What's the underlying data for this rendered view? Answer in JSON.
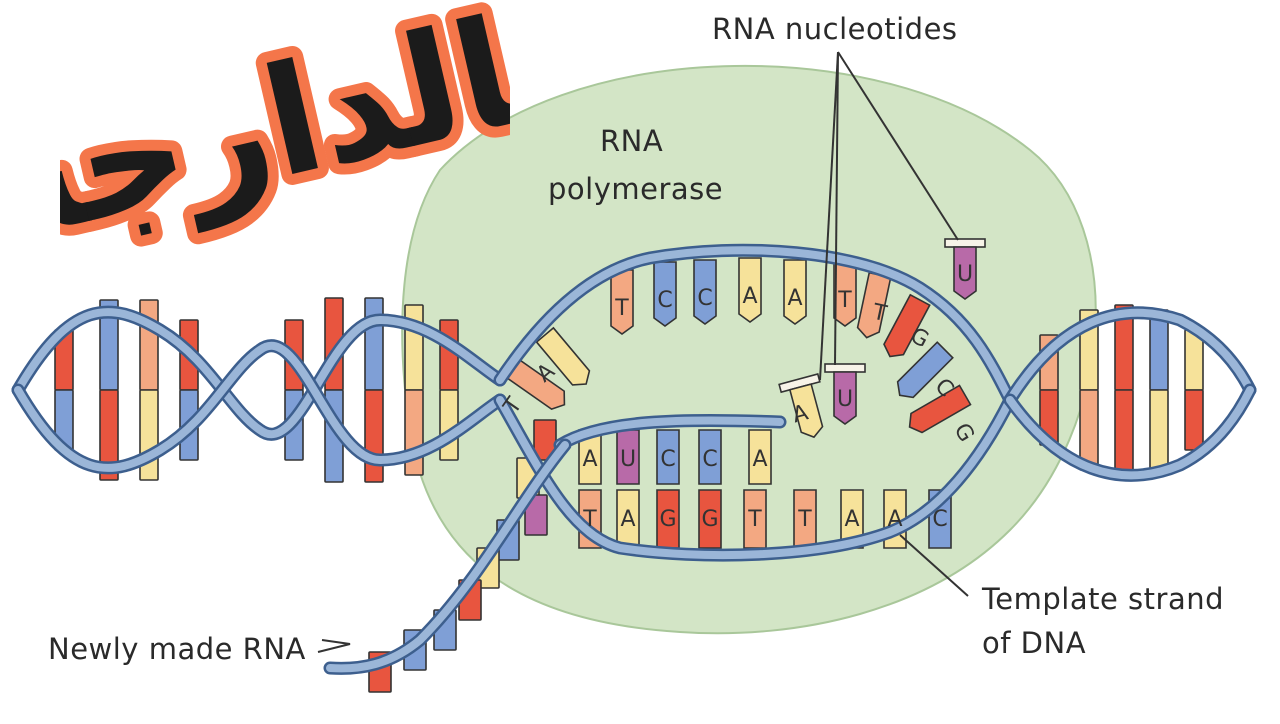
{
  "labels": {
    "rna_nucleotides": "RNA nucleotides",
    "rna_polymerase_line1": "RNA",
    "rna_polymerase_line2": "polymerase",
    "template_strand_line1": "Template strand",
    "template_strand_line2": "of DNA",
    "newly_made_rna": "Newly made RNA"
  },
  "arabic_title": "بالدارجة",
  "colors": {
    "adenine": "#f6e29a",
    "thymine": "#f3a882",
    "guanine": "#e8553f",
    "cytosine": "#7f9fd6",
    "uracil": "#b86aa8",
    "backbone": "#9bb6d8",
    "polymerase": "#d3e5c6",
    "title_fill": "#1b1b1b",
    "title_outline": "#f4764a"
  },
  "open_bubble": {
    "top_strand_bases": [
      "T",
      "A",
      "T",
      "C",
      "C",
      "A",
      "A",
      "T",
      "T",
      "G",
      "C",
      "G"
    ],
    "template_bases": [
      "T",
      "A",
      "G",
      "G",
      "T",
      "T",
      "A",
      "A",
      "C"
    ],
    "rna_bases": [
      "A",
      "U",
      "C",
      "C",
      "A"
    ],
    "free_nucleotides": [
      "A",
      "U",
      "U"
    ]
  }
}
